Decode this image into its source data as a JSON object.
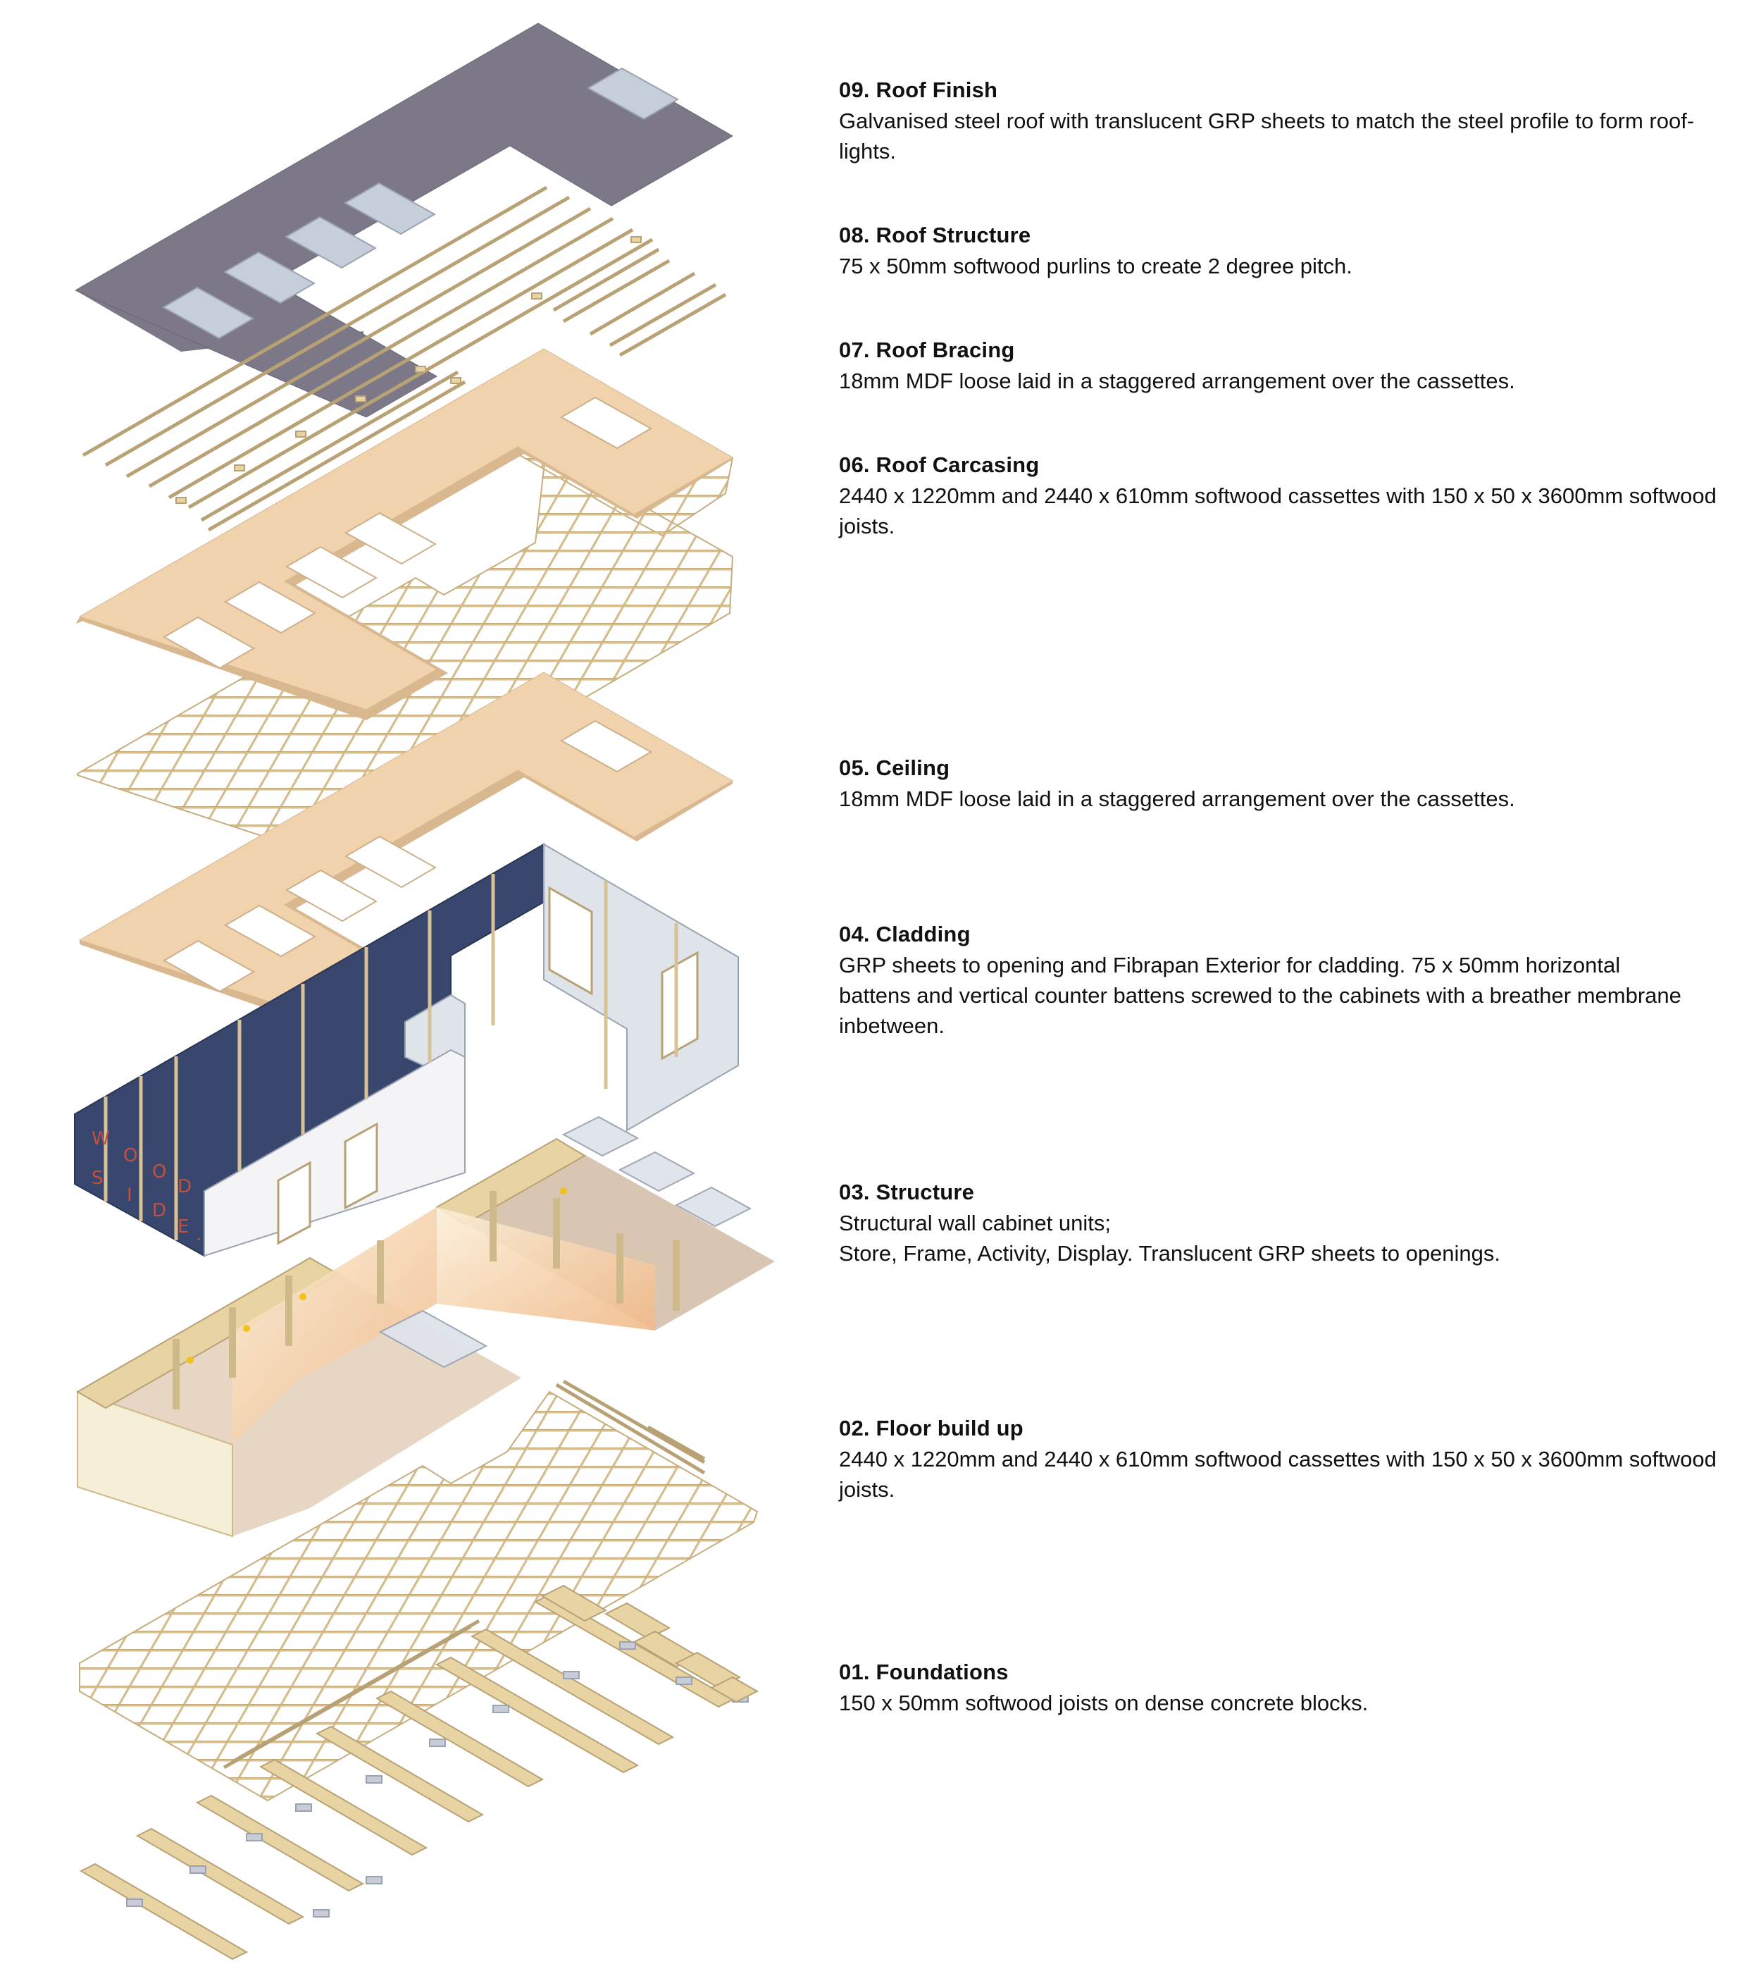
{
  "layers": [
    {
      "key": "roof-finish",
      "title": "09.   Roof Finish",
      "text": "Galvanised steel roof with translucent GRP sheets to match the steel profile to form roof-\nlights."
    },
    {
      "key": "roof-structure",
      "title": "08. Roof Structure",
      "text": "75 x 50mm softwood purlins to create 2 degree pitch."
    },
    {
      "key": "roof-bracing",
      "title": "07. Roof Bracing",
      "text": "18mm MDF loose laid in a staggered arrangement over the cassettes."
    },
    {
      "key": "roof-carcasing",
      "title": "06. Roof Carcasing",
      "text": "2440 x 1220mm and 2440 x 610mm softwood cassettes with 150 x 50 x 3600mm softwood\njoists."
    },
    {
      "key": "ceiling",
      "title": "05. Ceiling",
      "text": "18mm MDF loose laid in a staggered arrangement over the cassettes."
    },
    {
      "key": "cladding",
      "title": "04. Cladding",
      "text": "GRP sheets to opening and Fibrapan Exterior for cladding. 75 x 50mm horizontal\nbattens and vertical counter battens screwed to the cabinets with a breather membrane\ninbetween."
    },
    {
      "key": "structure",
      "title": "03. Structure",
      "text": "Structural wall cabinet units;\nStore, Frame, Activity, Display. Translucent GRP sheets to openings."
    },
    {
      "key": "floor-build-up",
      "title": "02. Floor build up",
      "text": "2440 x 1220mm and 2440 x 610mm softwood cassettes with 150 x 50 x 3600mm softwood\njoists."
    },
    {
      "key": "foundations",
      "title": "01. Foundations",
      "text": "150 x 50mm softwood joists on dense concrete blocks."
    }
  ],
  "cladding_signage": [
    "W",
    "O",
    "O",
    "D",
    "S",
    "I",
    "D",
    "E",
    "."
  ],
  "colors": {
    "roof_steel": "#7c7888",
    "rooflight": "#c6ced9",
    "mdf": "#f0d2ad",
    "timber": "#e8d3a2",
    "timber_edge": "#b8a175",
    "cladding_panel": "#39476e",
    "gpr_glazing": "#dfe3ea",
    "interior_warm": "#f2c69a",
    "concrete": "#c9cbd6",
    "signage": "#c0513f"
  }
}
